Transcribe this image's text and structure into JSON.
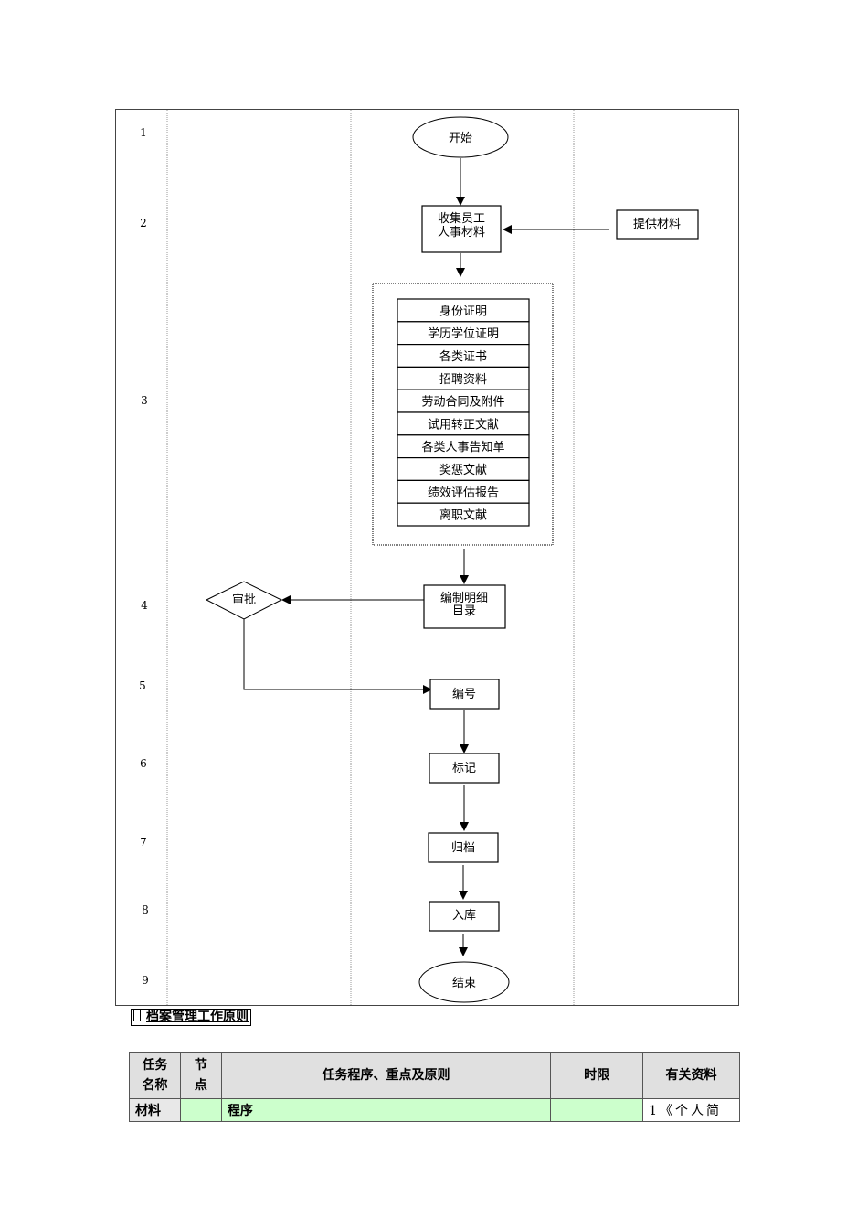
{
  "flowchart": {
    "row_numbers": [
      "1",
      "2",
      "3",
      "4",
      "5",
      "6",
      "7",
      "8",
      "9"
    ],
    "nodes": {
      "start": "开始",
      "collect_line1": "收集员工",
      "collect_line2": "人事材料",
      "provide": "提供材料",
      "approve": "审批",
      "catalog_line1": "编制明细",
      "catalog_line2": "目录",
      "number": "编号",
      "mark": "标记",
      "archive": "归档",
      "store": "入库",
      "end": "结束"
    },
    "materials": [
      "身份证明",
      "学历学位证明",
      "各类证书",
      "招聘资料",
      "劳动合同及附件",
      "试用转正文献",
      "各类人事告知单",
      "奖惩文献",
      "绩效评估报告",
      "离职文献"
    ]
  },
  "section": {
    "title": "档案管理工作原则"
  },
  "table": {
    "headers": {
      "task_name": "任务名称",
      "task_name_l1": "任务",
      "task_name_l2": "名称",
      "node_l1": "节",
      "node_l2": "点",
      "procedure": "任务程序、重点及原则",
      "time_limit": "时限",
      "materials": "有关资料"
    },
    "rows": [
      {
        "task": "材料",
        "node": "",
        "procedure": "程序",
        "time_limit": "",
        "materials": "1《个人简"
      }
    ]
  }
}
